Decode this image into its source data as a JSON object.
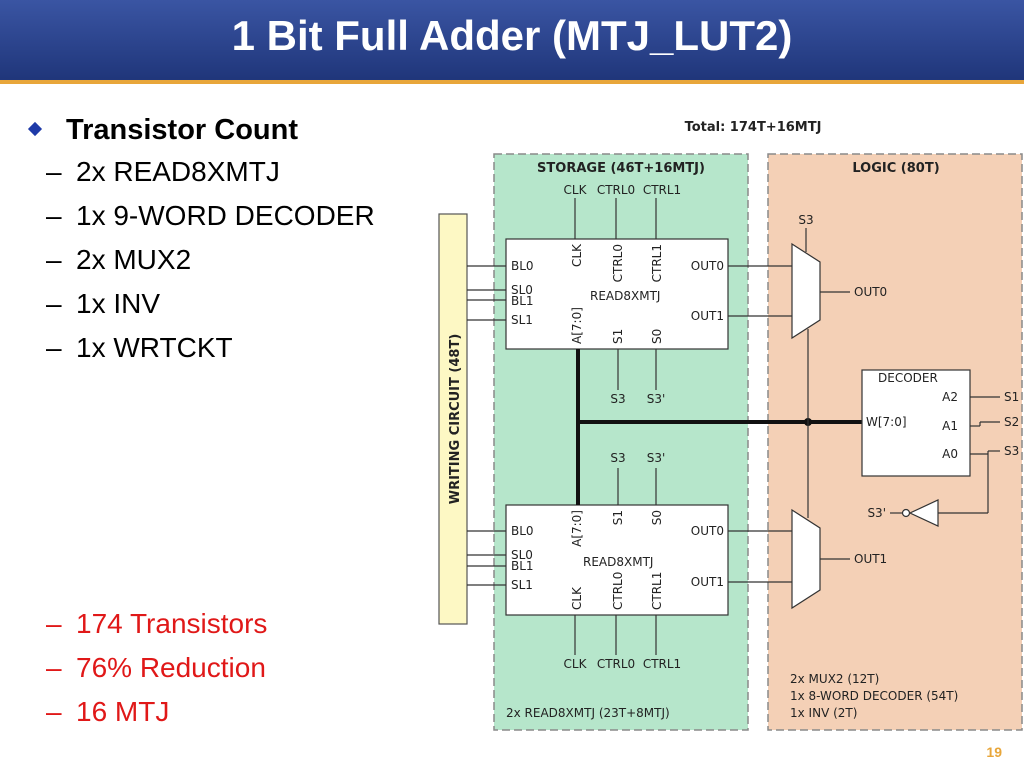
{
  "slide": {
    "title": "1 Bit Full Adder (MTJ_LUT2)",
    "page_number": "19",
    "accent_color": "#e8a63a",
    "title_bar_color": "#2a4490"
  },
  "bullets": {
    "heading": "Transistor Count",
    "items": [
      "2x READ8XMTJ",
      "1x 9-WORD DECODER",
      "2x MUX2",
      "1x INV",
      "1x WRTCKT"
    ],
    "results": [
      "174 Transistors",
      "76% Reduction",
      "16 MTJ"
    ]
  },
  "diagram": {
    "total_label": "Total: 174T+16MTJ",
    "storage": {
      "title": "STORAGE (46T+16MTJ)",
      "footer": "2x READ8XMTJ (23T+8MTJ)",
      "color": "#b6e6cb"
    },
    "logic": {
      "title": "LOGIC (80T)",
      "footer": [
        "2x MUX2 (12T)",
        "1x 8-WORD DECODER (54T)",
        "1x INV (2T)"
      ],
      "color": "#f4d0b6"
    },
    "writing": {
      "label": "WRITING CIRCUIT (48T)",
      "color": "#fdf8c4"
    },
    "read_top": {
      "name": "READ8XMTJ",
      "top_signals": [
        "CLK",
        "CTRL0",
        "CTRL1"
      ],
      "inner_top": [
        "CLK",
        "CTRL0",
        "CTRL1"
      ],
      "left_pins": [
        "BL0",
        "SL0",
        "BL1",
        "SL1"
      ],
      "right_pins": [
        "OUT0",
        "OUT1"
      ],
      "bottom_inner": [
        "A[7:0]",
        "S1",
        "S0"
      ],
      "bottom_signals": [
        "S3",
        "S3'"
      ]
    },
    "read_bottom": {
      "name": "READ8XMTJ",
      "top_signals": [
        "S3",
        "S3'"
      ],
      "inner_top": [
        "A[7:0]",
        "S1",
        "S0"
      ],
      "left_pins": [
        "BL0",
        "SL0",
        "BL1",
        "SL1"
      ],
      "right_pins": [
        "OUT0",
        "OUT1"
      ],
      "inner_bottom": [
        "CLK",
        "CTRL0",
        "CTRL1"
      ],
      "bottom_signals": [
        "CLK",
        "CTRL0",
        "CTRL1"
      ]
    },
    "mux_top": {
      "select": "S3",
      "output": "OUT0"
    },
    "mux_bottom": {
      "output": "OUT1"
    },
    "decoder": {
      "name": "DECODER",
      "input_pins": [
        "A2",
        "A1",
        "A0"
      ],
      "output_pin": "W[7:0]",
      "signals": [
        "S1",
        "S2",
        "S3"
      ]
    },
    "inverter": {
      "output_label": "S3'"
    }
  }
}
